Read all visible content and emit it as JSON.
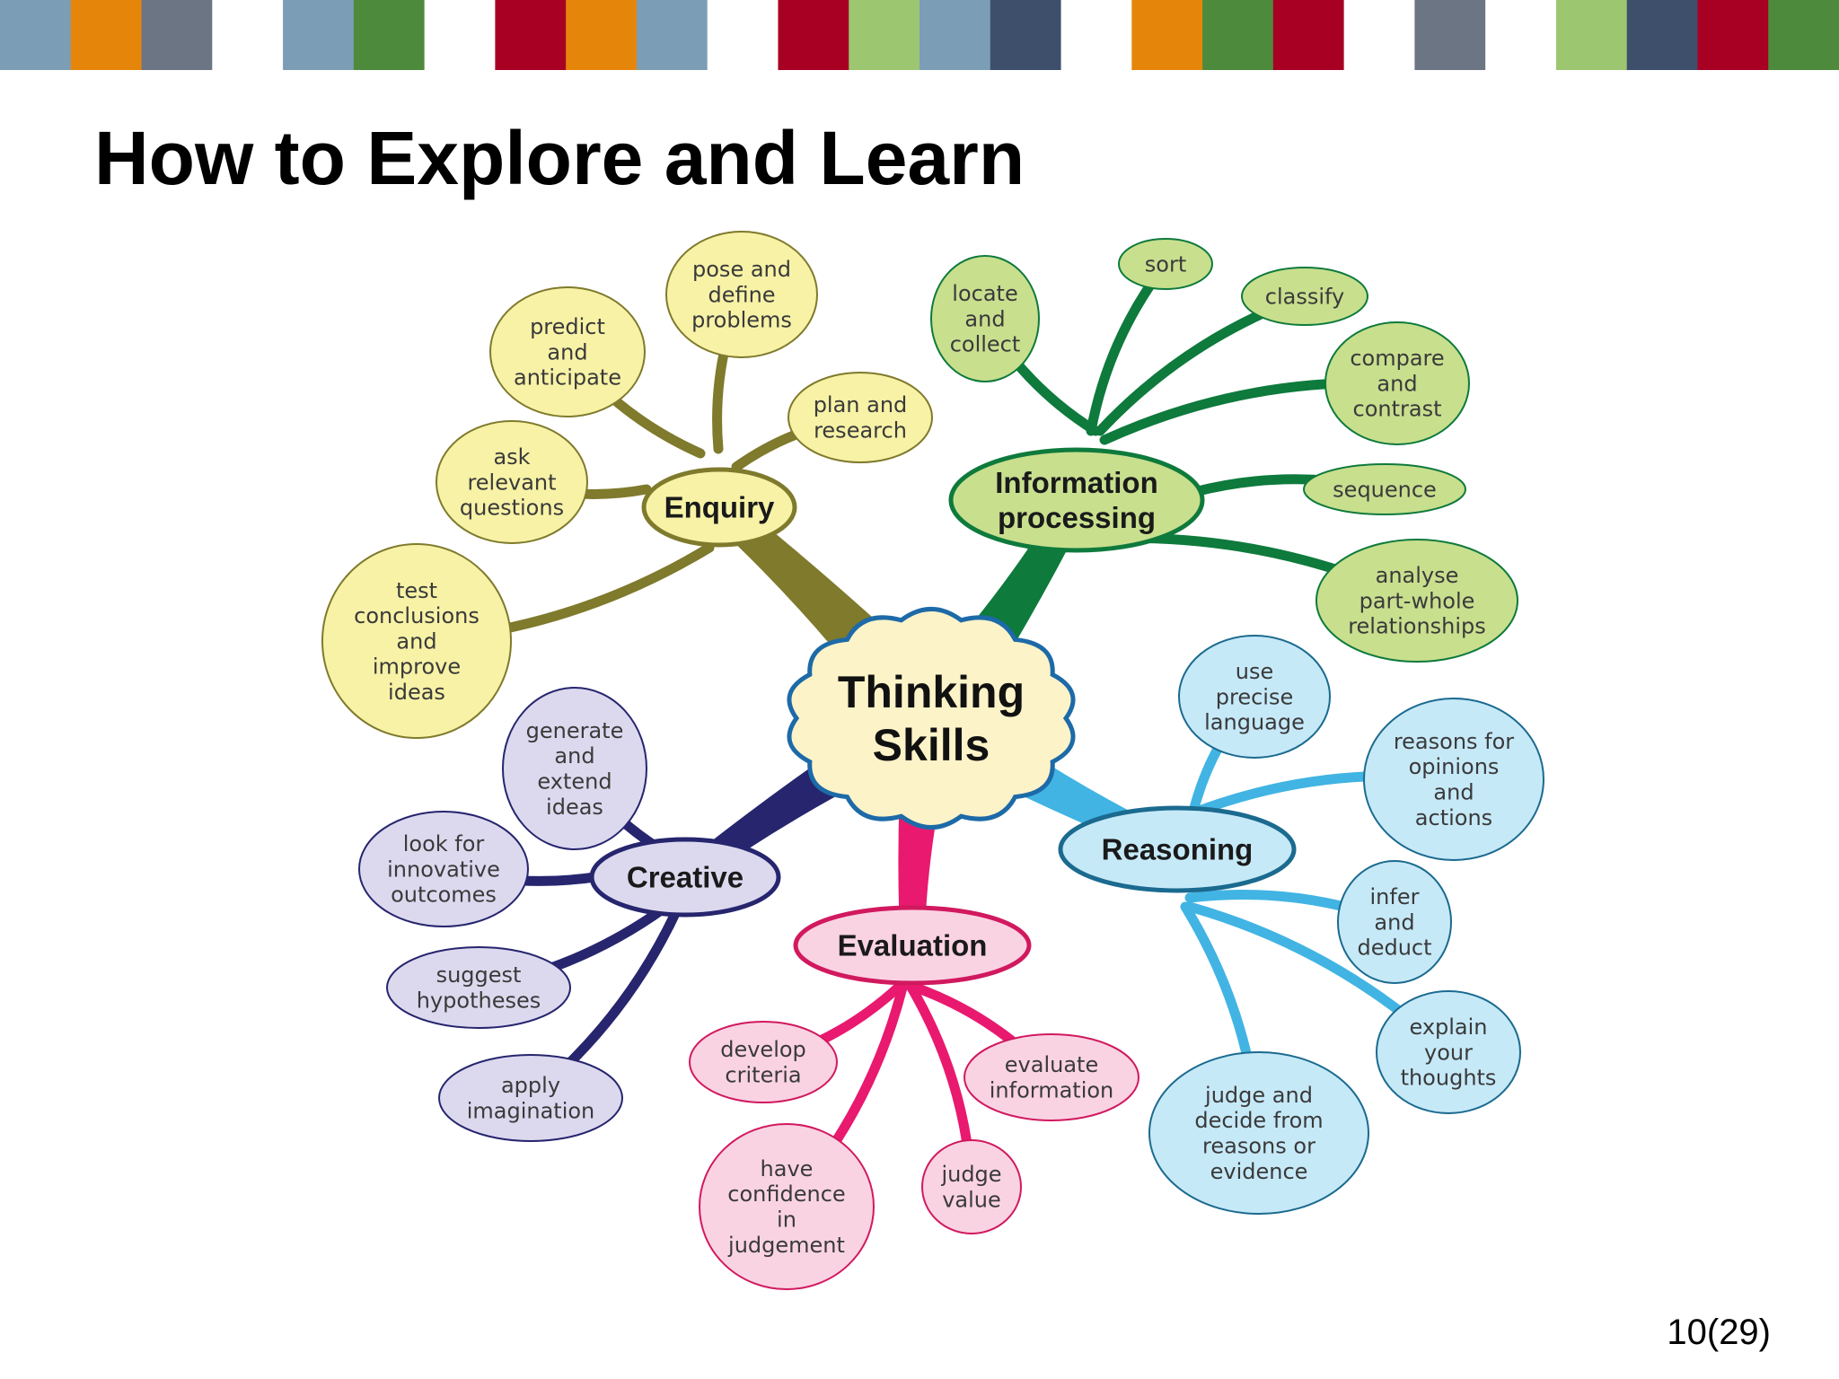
{
  "slide": {
    "title": "How to Explore and Learn",
    "page_number": "10(29)"
  },
  "stripe_colors": [
    "#7b9db5",
    "#e5860b",
    "#6c7584",
    "#ffffff",
    "#7b9db5",
    "#4d8a3b",
    "#ffffff",
    "#a80022",
    "#e5860b",
    "#7b9db5",
    "#ffffff",
    "#a80022",
    "#9dc670",
    "#7b9db5",
    "#3e4f6c",
    "#ffffff",
    "#e5860b",
    "#4d8a3b",
    "#a80022",
    "#ffffff",
    "#6c7584",
    "#ffffff",
    "#9dc670",
    "#3e4f6c",
    "#a80022",
    "#4d8a3b"
  ],
  "mindmap": {
    "center": {
      "label": [
        "Thinking",
        "Skills"
      ],
      "fill": "#fdf3c8",
      "stroke": "#1d6aa8"
    },
    "branches": [
      {
        "id": "enquiry",
        "label": [
          "Enquiry"
        ],
        "branch_color": "#7f7a2c",
        "node_fill": "#f7f2a6",
        "node_stroke": "#7f7a2c",
        "leaves": [
          {
            "label": [
              "predict",
              "and",
              "anticipate"
            ]
          },
          {
            "label": [
              "pose and",
              "define",
              "problems"
            ]
          },
          {
            "label": [
              "plan and",
              "research"
            ]
          },
          {
            "label": [
              "ask",
              "relevant",
              "questions"
            ]
          },
          {
            "label": [
              "test",
              "conclusions",
              "and",
              "improve",
              "ideas"
            ]
          }
        ]
      },
      {
        "id": "information-processing",
        "label": [
          "Information",
          "processing"
        ],
        "branch_color": "#0e7a3c",
        "node_fill": "#c8df8e",
        "node_stroke": "#0e7a3c",
        "leaves": [
          {
            "label": [
              "locate",
              "and",
              "collect"
            ]
          },
          {
            "label": [
              "sort"
            ]
          },
          {
            "label": [
              "classify"
            ]
          },
          {
            "label": [
              "compare",
              "and",
              "contrast"
            ]
          },
          {
            "label": [
              "sequence"
            ]
          },
          {
            "label": [
              "analyse",
              "part-whole",
              "relationships"
            ]
          }
        ]
      },
      {
        "id": "reasoning",
        "label": [
          "Reasoning"
        ],
        "branch_color": "#41b4e3",
        "node_fill": "#c6e9f8",
        "node_stroke": "#1b6a8f",
        "leaves": [
          {
            "label": [
              "use",
              "precise",
              "language"
            ]
          },
          {
            "label": [
              "reasons for",
              "opinions",
              "and",
              "actions"
            ]
          },
          {
            "label": [
              "infer",
              "and",
              "deduct"
            ]
          },
          {
            "label": [
              "explain",
              "your",
              "thoughts"
            ]
          },
          {
            "label": [
              "judge and",
              "decide from",
              "reasons or",
              "evidence"
            ]
          }
        ]
      },
      {
        "id": "evaluation",
        "label": [
          "Evaluation"
        ],
        "branch_color": "#e9196f",
        "node_fill": "#fad3e3",
        "node_stroke": "#d1195f",
        "leaves": [
          {
            "label": [
              "develop",
              "criteria"
            ]
          },
          {
            "label": [
              "evaluate",
              "information"
            ]
          },
          {
            "label": [
              "have",
              "confidence",
              "in",
              "judgement"
            ]
          },
          {
            "label": [
              "judge",
              "value"
            ]
          }
        ]
      },
      {
        "id": "creative",
        "label": [
          "Creative"
        ],
        "branch_color": "#26256e",
        "node_fill": "#dcd9ef",
        "node_stroke": "#26256e",
        "leaves": [
          {
            "label": [
              "generate",
              "and",
              "extend",
              "ideas"
            ]
          },
          {
            "label": [
              "look for",
              "innovative",
              "outcomes"
            ]
          },
          {
            "label": [
              "suggest",
              "hypotheses"
            ]
          },
          {
            "label": [
              "apply",
              "imagination"
            ]
          }
        ]
      }
    ]
  }
}
